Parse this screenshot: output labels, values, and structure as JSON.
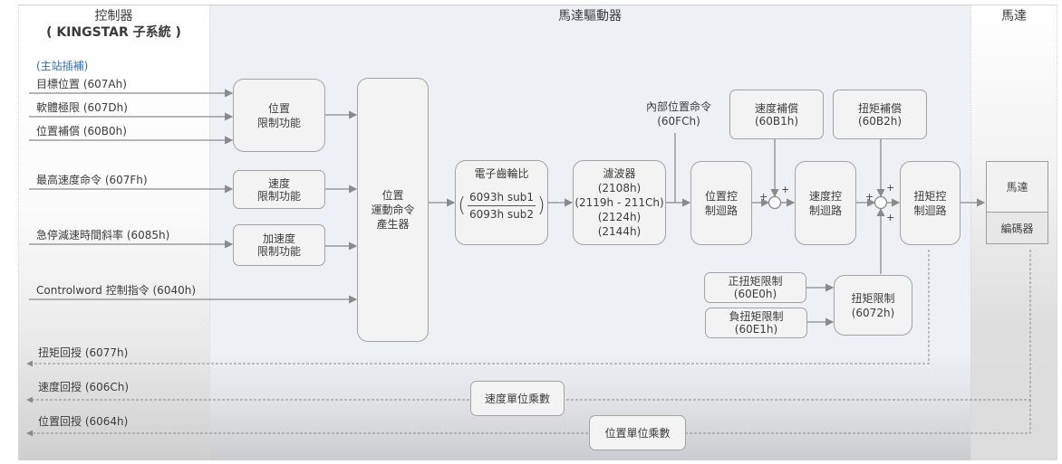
{
  "zones": {
    "controller": {
      "title_line1": "控制器",
      "title_line2": "( KINGSTAR 子系統 )"
    },
    "drive": {
      "title": "馬達驅動器"
    },
    "motor": {
      "title": "馬達"
    }
  },
  "controller_inputs": {
    "section_label": "(主站插補)",
    "target_position": "目標位置 (607Ah)",
    "software_limit": "軟體極限 (607Dh)",
    "position_offset": "位置補償 (60B0h)",
    "max_velocity": "最高速度命令 (607Fh)",
    "quick_stop_decel": "急停減速時間斜率 (6085h)",
    "controlword": "Controlword 控制指令 (6040h)"
  },
  "feedback": {
    "torque": "扭矩回授 (6077h)",
    "velocity": "速度回授 (606Ch)",
    "position": "位置回授 (6064h)"
  },
  "blocks": {
    "position_limit": {
      "line1": "位置",
      "line2": "限制功能"
    },
    "velocity_limit": {
      "line1": "速度",
      "line2": "限制功能"
    },
    "accel_limit": {
      "line1": "加速度",
      "line2": "限制功能"
    },
    "motion_generator": {
      "line1": "位置",
      "line2": "運動命令",
      "line3": "產生器"
    },
    "gear_ratio": {
      "title": "電子齒輪比",
      "numerator": "6093h sub1",
      "denominator": "6093h sub2",
      "open_paren": "(",
      "close_paren": ")"
    },
    "filter": {
      "title": "濾波器",
      "line1": "(2108h)",
      "line2": "(2119h - 211Ch)",
      "line3": "(2124h)",
      "line4": "(2144h)"
    },
    "internal_position_cmd": {
      "line1": "內部位置命令",
      "line2": "(60FCh)"
    },
    "position_loop": {
      "line1": "位置控",
      "line2": "制迴路"
    },
    "velocity_offset": {
      "line1": "速度補償",
      "line2": "(60B1h)"
    },
    "velocity_loop": {
      "line1": "速度控",
      "line2": "制迴路"
    },
    "torque_offset": {
      "line1": "扭矩補償",
      "line2": "(60B2h)"
    },
    "torque_loop": {
      "line1": "扭矩控",
      "line2": "制迴路"
    },
    "pos_torque_limit": {
      "line1": "正扭矩限制",
      "line2": "(60E0h)"
    },
    "neg_torque_limit": {
      "line1": "負扭矩限制",
      "line2": "(60E1h)"
    },
    "torque_limit": {
      "line1": "扭矩限制",
      "line2": "(6072h)"
    },
    "velocity_factor": {
      "label": "速度單位乘數"
    },
    "position_factor": {
      "label": "位置單位乘數"
    },
    "motor": {
      "label": "馬達"
    },
    "encoder": {
      "label": "編碼器"
    }
  },
  "summing_signs": {
    "plus": "+"
  }
}
